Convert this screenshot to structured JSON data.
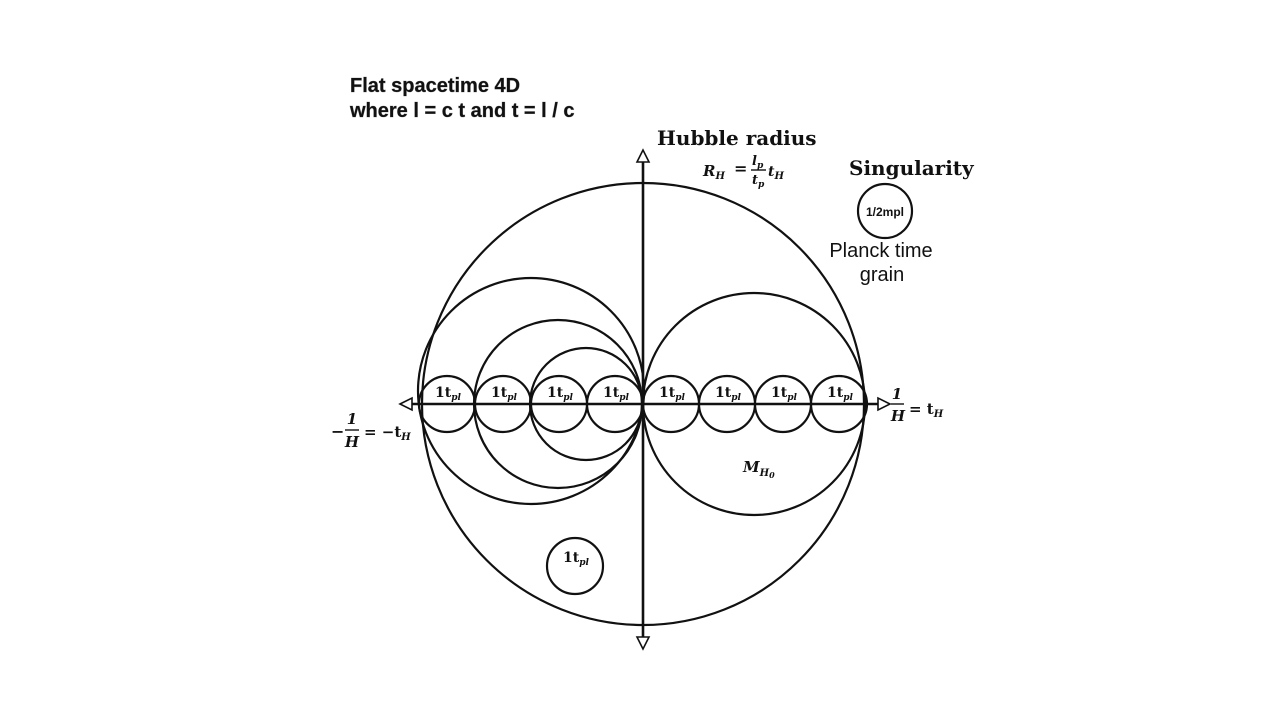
{
  "title": {
    "line1": "Flat spacetime 4D",
    "line2": "where l = c t and t = l / c"
  },
  "hubble": {
    "label": "Hubble radius",
    "formula_lhs": "R",
    "formula_lhs_sub": "H",
    "formula_eq": "=",
    "frac_num": "l",
    "frac_num_sub": "p",
    "frac_den": "t",
    "frac_den_sub": "p",
    "formula_rhs": "t",
    "formula_rhs_sub": "H"
  },
  "singularity": {
    "label": "Singularity",
    "circle_label": "1/2mpl",
    "caption_line1": "Planck time",
    "caption_line2": "grain"
  },
  "axis_right": {
    "num": "1",
    "den": "H",
    "rhs": "= t",
    "rhs_sub": "H"
  },
  "axis_left": {
    "sign": "−",
    "num": "1",
    "den": "H",
    "rhs": "= −t",
    "rhs_sub": "H"
  },
  "mass_label": {
    "main": "M",
    "sub": "H",
    "subsub": "0"
  },
  "grain": {
    "main": "1t",
    "sub": "pl"
  },
  "grains": {
    "row_count": 8,
    "lone_count": 1
  }
}
